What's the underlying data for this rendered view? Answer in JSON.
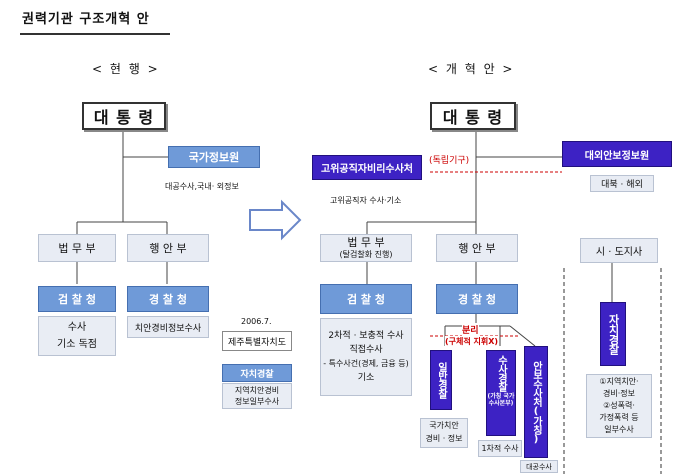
{
  "title": "권력기관 구조개혁 안",
  "current": {
    "heading": "< 현   행 >",
    "president": "대 통 령",
    "nis": "국가정보원",
    "nis_note": "대공수사,국내· 외정보",
    "justice": "법 무 부",
    "interior": "행 안 부",
    "prosecution": "검 찰 청",
    "police": "경 찰 청",
    "prosecution_duties": [
      "수사",
      "기소 독점"
    ],
    "police_duties": "치안경비정보수사",
    "jeju": {
      "year": "2006.7.",
      "province": "제주특별자치도",
      "local_police": "자치경찰",
      "duties": [
        "지역치안경비",
        "정보일부수사"
      ]
    }
  },
  "reform": {
    "heading": "< 개 혁 안 >",
    "president": "대 통 령",
    "cio": "고위공직자비리수사처",
    "cio_independent": "(독립기구)",
    "cio_note": "고위공직자 수사·기소",
    "foreign_intel": "대외안보정보원",
    "foreign_intel_note": "대북 · 해외",
    "justice": "법 무 부",
    "justice_note": "(탈검찰화 진행)",
    "interior": "행 안 부",
    "governor": "시 · 도지사",
    "prosecution": "검 찰 청",
    "police": "경 찰 청",
    "prosecution_duties": [
      "2차적 · 보충적 수사",
      "직접수사",
      "- 특수사건(경제, 금융 등)",
      "기소"
    ],
    "split": "분리",
    "split_note": "(구체적 지휘X)",
    "general_police": "일반경찰",
    "investigation_police": "수사경찰",
    "investigation_police_note": [
      "(가칭 국가",
      "수사본부)"
    ],
    "security_agency": "안보수사처(가칭)",
    "general_police_duties": [
      "국가치안",
      "경비 · 정보"
    ],
    "investigation_police_duties": "1차적 수사",
    "security_duties": "대공수사",
    "local_police": "자치경찰",
    "local_police_duties": [
      "①지역치안·",
      "경비·정보",
      "②성폭력·",
      "가정폭력 등",
      "일부수사"
    ]
  }
}
